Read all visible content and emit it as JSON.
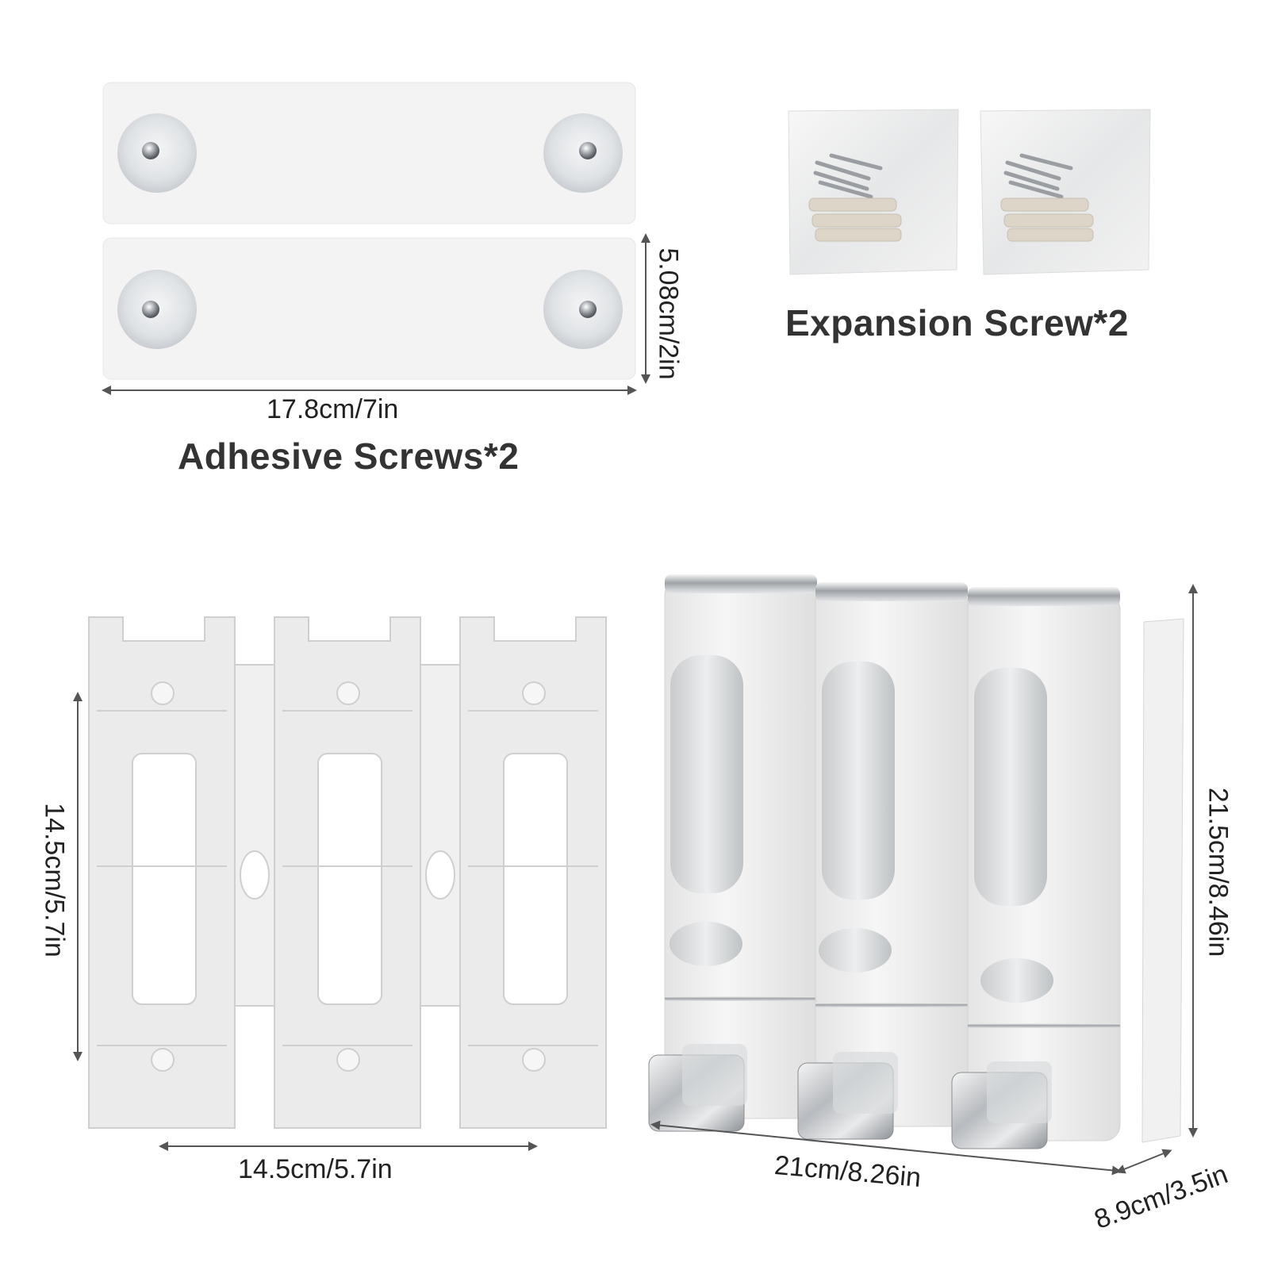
{
  "adhesive": {
    "title": "Adhesive Screws*2",
    "width_label": "17.8cm/7in",
    "height_label": "5.08cm/2in"
  },
  "expansion": {
    "title": "Expansion Screw*2"
  },
  "bracket": {
    "width_label": "14.5cm/5.7in",
    "height_label": "14.5cm/5.7in"
  },
  "dispenser": {
    "width_label": "21cm/8.26in",
    "height_label": "21.5cm/8.46in",
    "depth_label": "8.9cm/3.5in"
  },
  "colors": {
    "plate": "#f4f4f4",
    "suction": "#e2e4e6",
    "chrome": "#c8cbd0",
    "dispenser_body": "#eeeeee",
    "bracket": "#e8e8e8",
    "line": "#555555"
  }
}
